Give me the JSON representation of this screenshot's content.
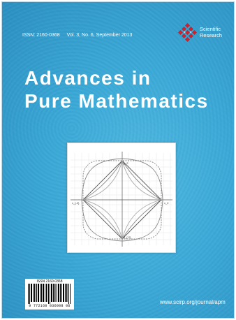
{
  "cover": {
    "issn": "ISSN: 2160-0368",
    "volume": "Vol. 3, No. 6, September 2013",
    "publisher_line1": "Scientific",
    "publisher_line2": "Research",
    "title_line1": "Advances in",
    "title_line2": "Pure Mathematics",
    "website": "www.scirp.org/journal/apm",
    "barcode_issn": "ISSN 2160-0368",
    "barcode_digits": "9 772160 036008 06",
    "logo_icon": "scientific-research-diamond-logo",
    "colors": {
      "background": "#3aa8d6",
      "text": "#ffffff",
      "logo": "#d0202a"
    }
  },
  "figure": {
    "axis_labels": {
      "x_left": "x_{-2}",
      "x_right": "x_2",
      "y_top": "y_2",
      "y_bottom": "y_{-2}"
    },
    "icon": "curve-family-plot"
  }
}
